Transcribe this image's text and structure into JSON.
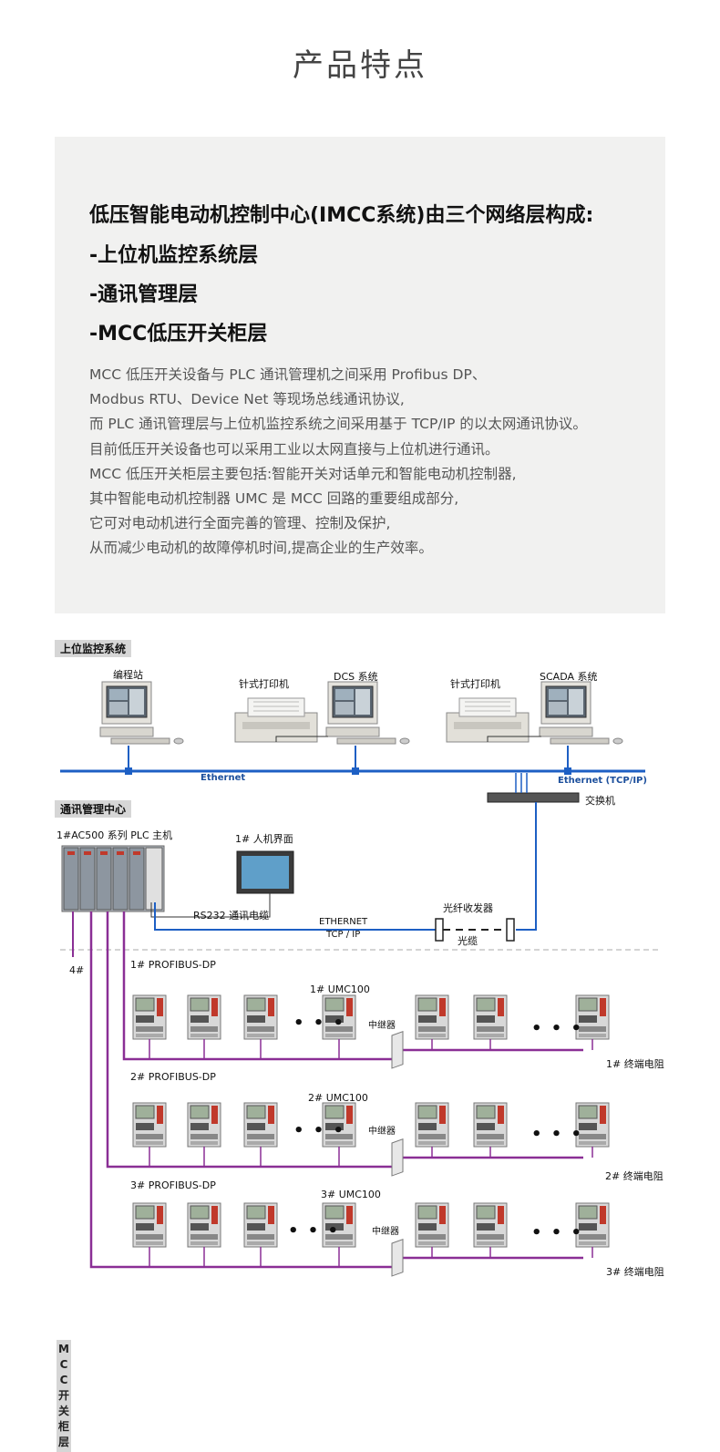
{
  "page_title": "产品特点",
  "panel": {
    "headings": [
      "低压智能电动机控制中心(IMCC系统)由三个网络层构成:",
      "-上位机监控系统层",
      "-通讯管理层",
      "-MCC低压开关柜层"
    ],
    "paragraph": [
      "MCC 低压开关设备与 PLC 通讯管理机之间采用 Profibus DP、",
      "Modbus RTU、Device Net 等现场总线通讯协议,",
      "而 PLC 通讯管理层与上位机监控系统之间采用基于 TCP/IP 的以太网通讯协议。",
      "目前低压开关设备也可以采用工业以太网直接与上位机进行通讯。",
      "MCC 低压开关柜层主要包括:智能开关对话单元和智能电动机控制器,",
      "其中智能电动机控制器 UMC 是 MCC 回路的重要组成部分,",
      "它可对电动机进行全面完善的管理、控制及保护,",
      "从而减少电动机的故障停机时间,提高企业的生产效率。"
    ]
  },
  "diagram": {
    "section_top": "上位监控系统",
    "section_mid": "通讯管理中心",
    "section_mcc_chars": [
      "M",
      "C",
      "C",
      "开",
      "关",
      "柜",
      "层"
    ],
    "station_labels": {
      "programming": "编程站",
      "printer1": "针式打印机",
      "dcs": "DCS 系统",
      "printer2": "针式打印机",
      "scada": "SCADA 系统"
    },
    "ethernet_left": "Ethernet",
    "ethernet_right": "Ethernet (TCP/IP)",
    "switch": "交换机",
    "plc": "1#AC500 系列 PLC 主机",
    "hmi": "1# 人机界面",
    "rs232": "RS232 通讯电缆",
    "ethernet_link": "ETHERNET",
    "tcpip": "TCP / IP",
    "fiber_transceiver": "光纤收发器",
    "fiber_cable": "光缆",
    "plc_port4": "4#",
    "buses": [
      {
        "profibus": "1# PROFIBUS-DP",
        "umc": "1# UMC100",
        "repeater": "中继器",
        "terminator": "1# 终端电阻"
      },
      {
        "profibus": "2# PROFIBUS-DP",
        "umc": "2# UMC100",
        "repeater": "中继器",
        "terminator": "2# 终端电阻"
      },
      {
        "profibus": "3# PROFIBUS-DP",
        "umc": "3# UMC100",
        "repeater": "中继器",
        "terminator": "3# 终端电阻"
      }
    ],
    "ellipsis": "• • •",
    "colors": {
      "ethernet": "#1d5fc4",
      "profibus": "#8a2f95",
      "panel_bg": "#f1f1f0"
    }
  }
}
